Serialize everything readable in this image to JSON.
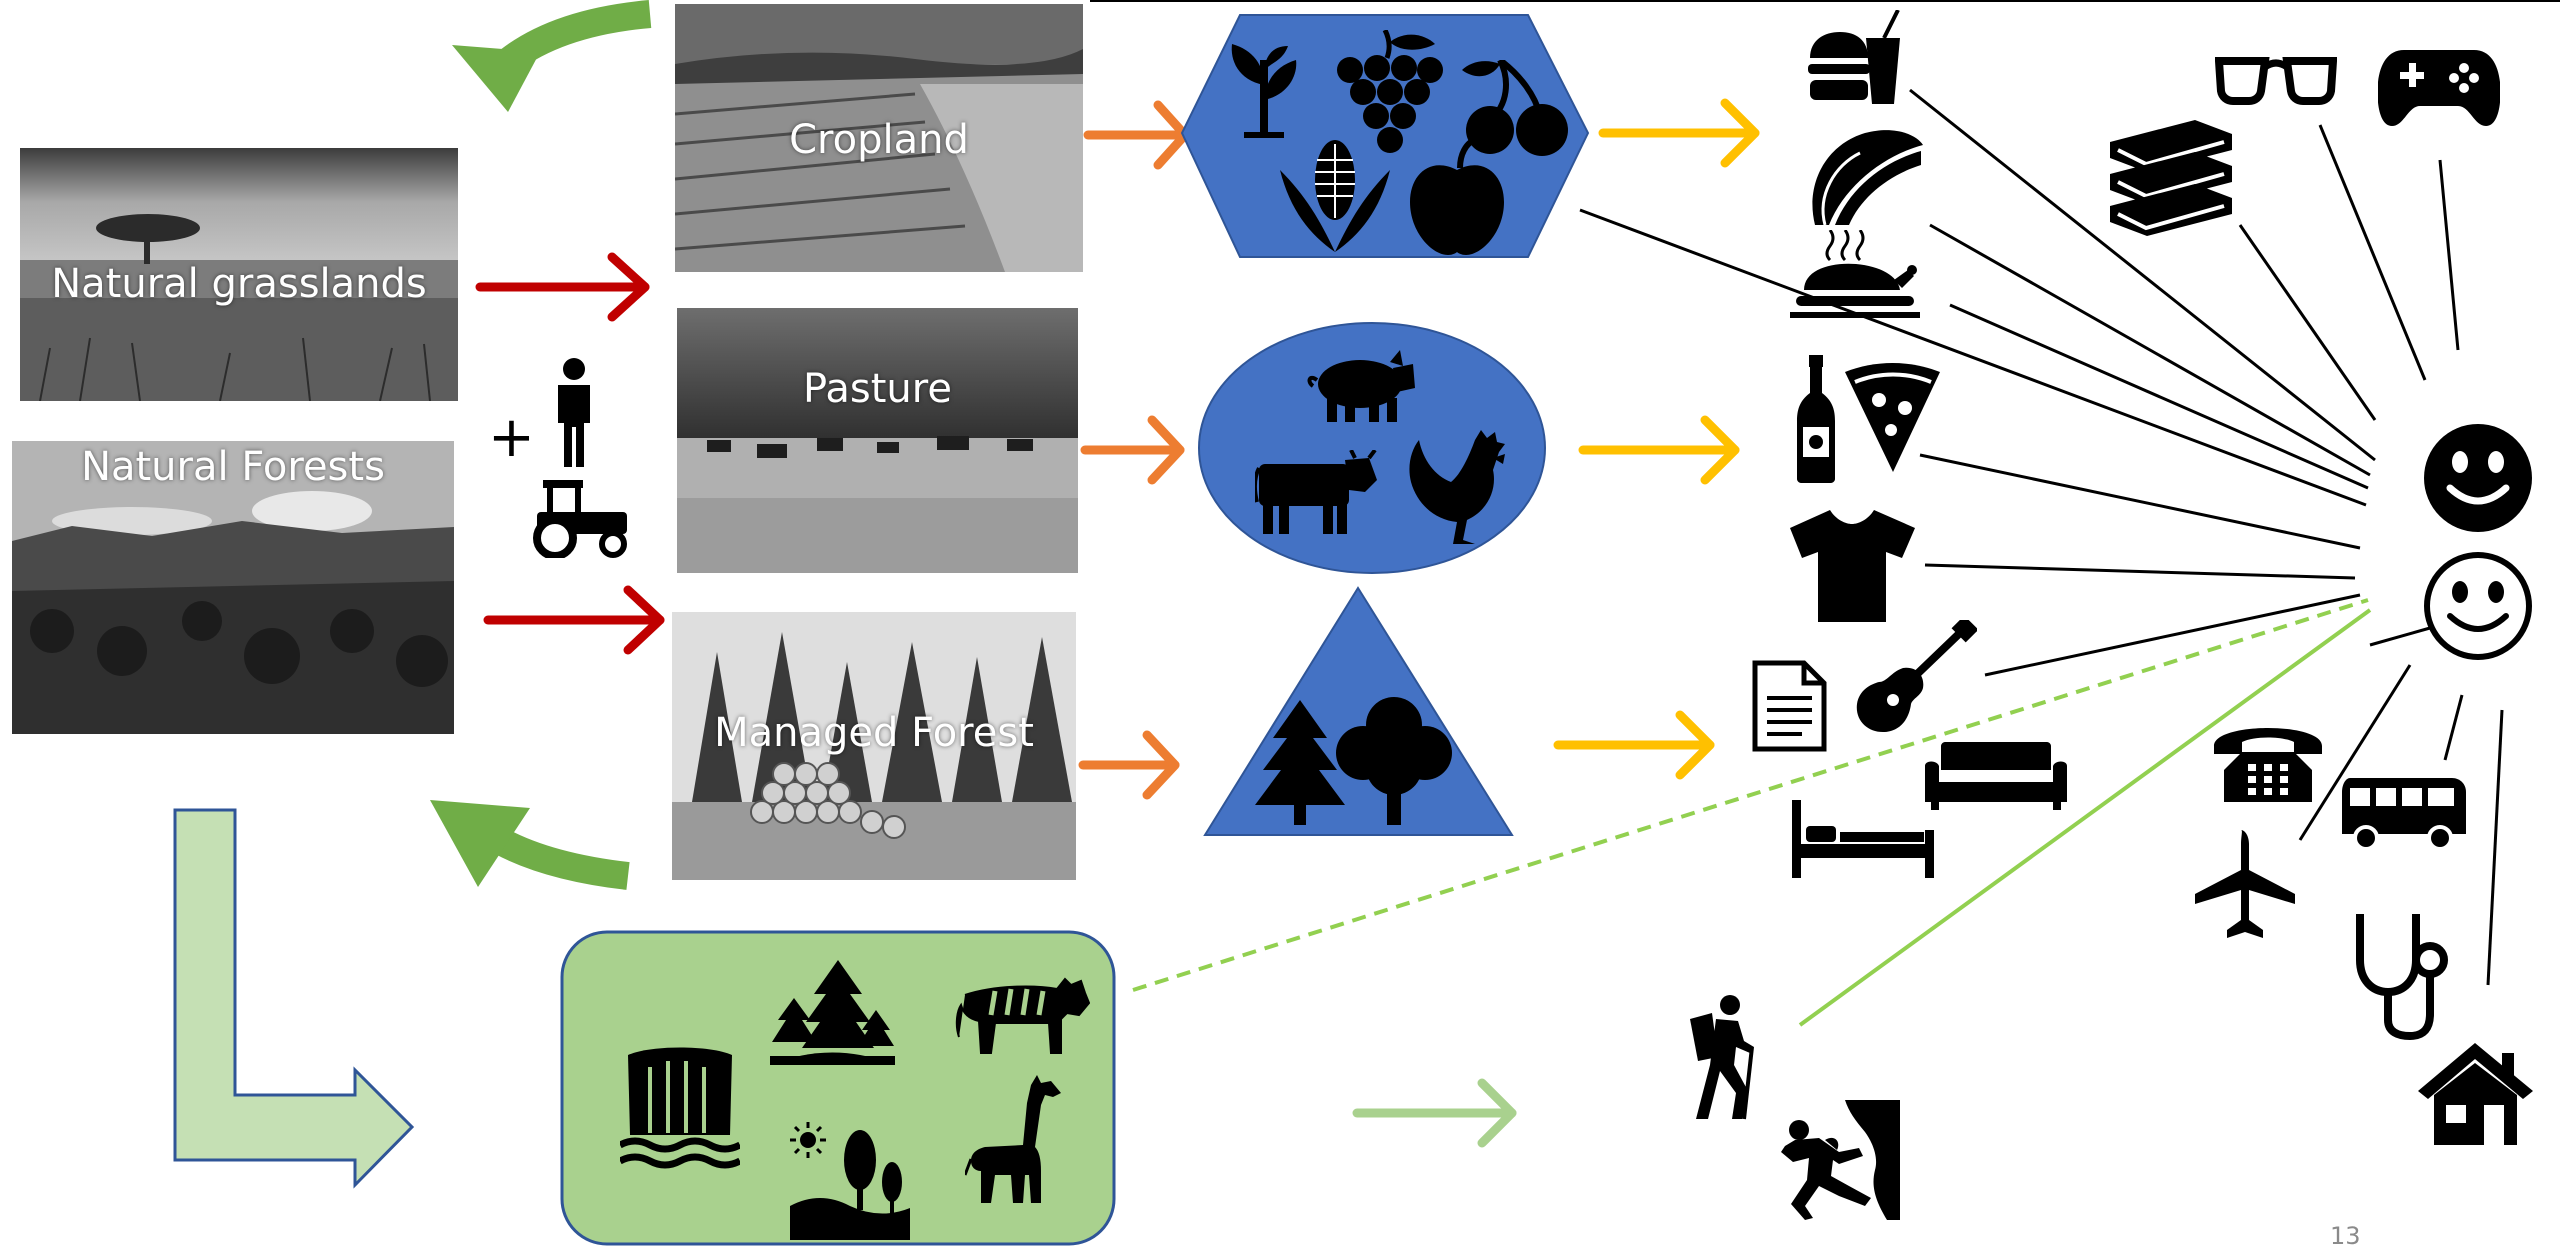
{
  "labels": {
    "natural_grasslands": "Natural grasslands",
    "natural_forests": "Natural Forests",
    "cropland": "Cropland",
    "pasture": "Pasture",
    "managed_forest": "Managed Forest",
    "plus": "+",
    "page_number": "13"
  },
  "colors": {
    "red_arrow": "#c00000",
    "orange_arrow": "#ed7d31",
    "yellow_arrow": "#ffc000",
    "green_curved_arrow": "#70ad47",
    "light_green_arrow": "#a9d18e",
    "ecosystem_box": "#a9d18e",
    "bend_arrow_fill": "#c5e0b4",
    "bend_arrow_stroke": "#2f5597",
    "product_shape_fill": "#4472c4",
    "product_shape_stroke": "#2f5597",
    "connector_line": "#000000",
    "green_line": "#92d050"
  },
  "icons": {
    "crop_products": [
      "plant-icon",
      "grapes-icon",
      "cherries-icon",
      "corn-icon",
      "apple-icon"
    ],
    "livestock": [
      "pig-icon",
      "cow-icon",
      "rooster-icon"
    ],
    "forestry": [
      "conifer-tree-icon",
      "deciduous-tree-icon"
    ],
    "ecosystem_services": [
      "waterfall-icon",
      "forest-icon",
      "tiger-icon",
      "landscape-icon",
      "giraffe-icon"
    ],
    "consumer_goods": [
      "fast-food-icon",
      "taco-icon",
      "roast-chicken-icon",
      "wine-bottle-icon",
      "pizza-icon",
      "t-shirt-icon",
      "document-icon",
      "guitar-icon",
      "sofa-icon",
      "bed-icon",
      "hiker-icon",
      "climber-icon"
    ],
    "wellbeing": [
      "glasses-icon",
      "gamepad-icon",
      "books-icon",
      "telephone-icon",
      "bus-icon",
      "airplane-icon",
      "stethoscope-icon",
      "house-icon"
    ],
    "people": [
      "smiley-icon",
      "smiley-outline-icon",
      "person-icon",
      "tractor-icon"
    ]
  }
}
